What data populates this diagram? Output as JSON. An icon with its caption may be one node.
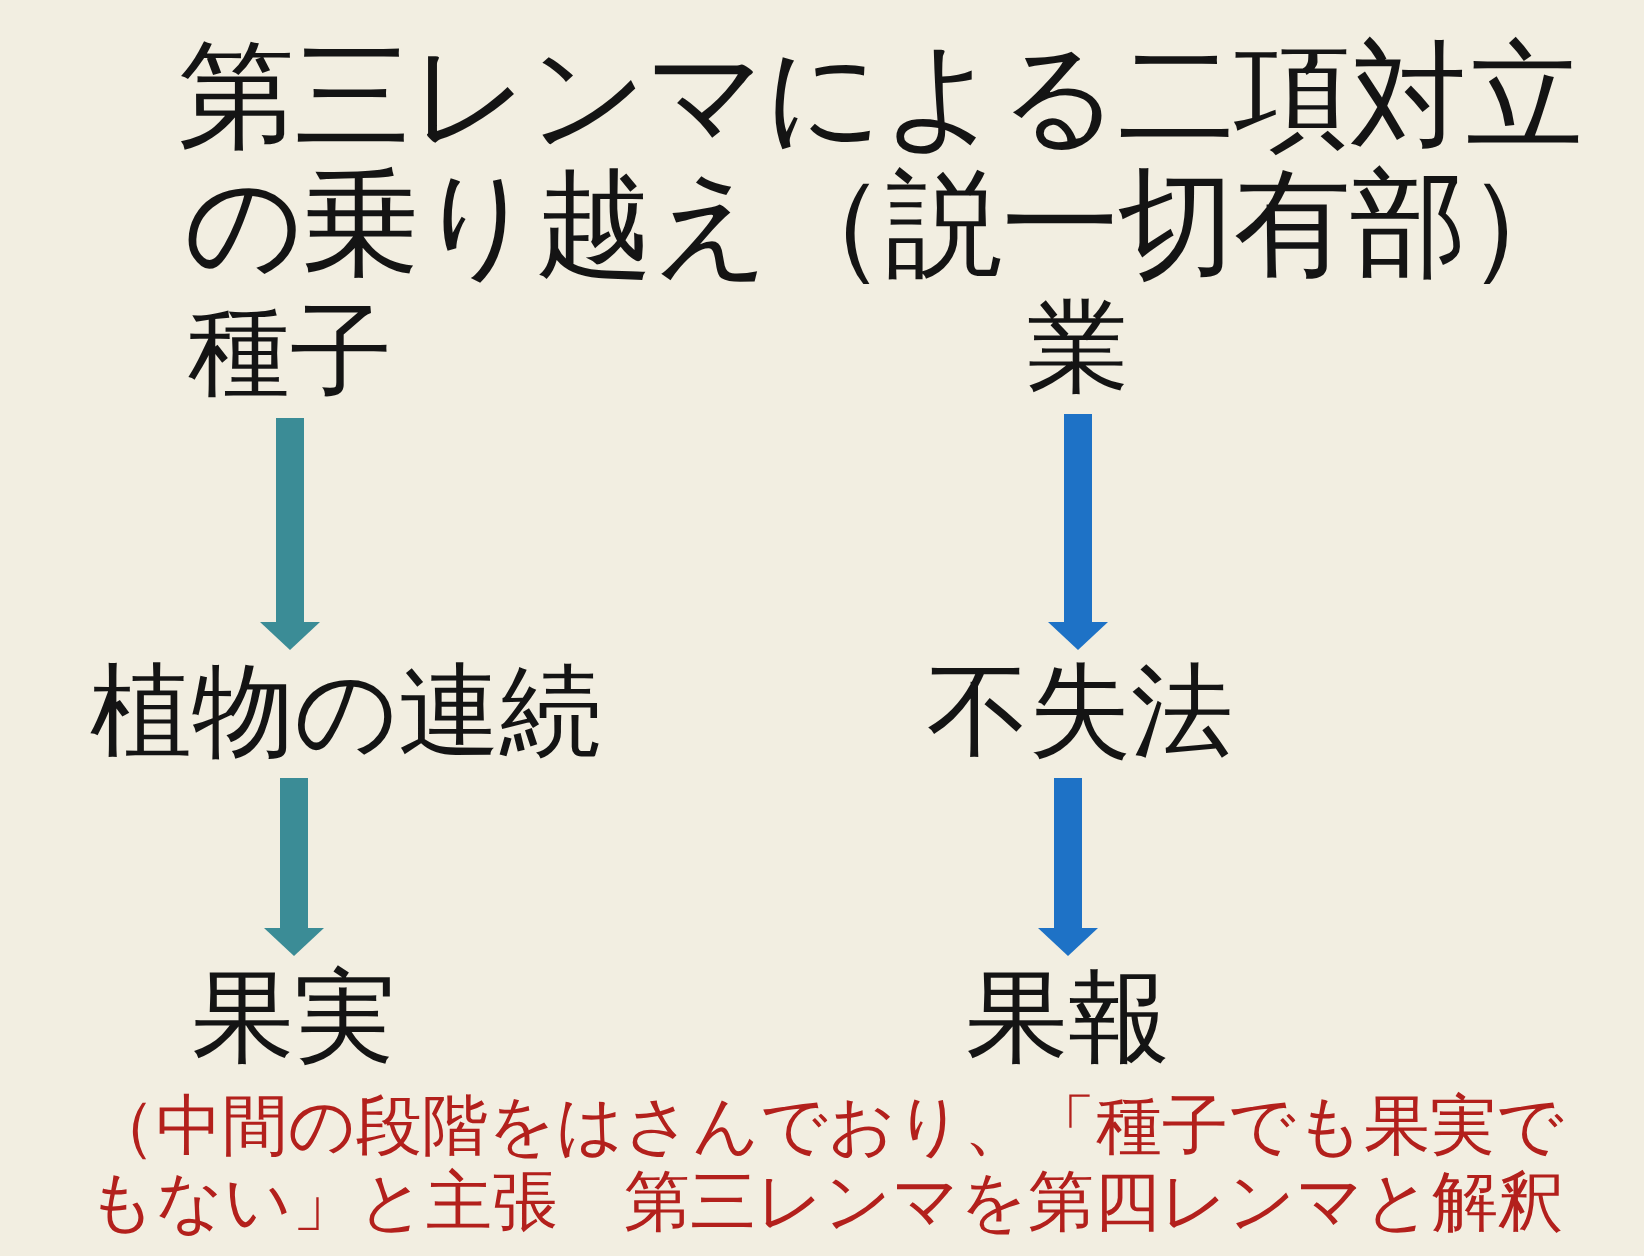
{
  "diagram": {
    "title": "第三レンマによる二項対立の乗り越え（説一切有部）",
    "nodes": [
      {
        "text": [
          "種子"
        ]
      },
      {
        "text": [
          "植物の連続"
        ]
      },
      {
        "text": [
          "果実"
        ]
      },
      {
        "text": [
          "業"
        ]
      },
      {
        "text": [
          "不失法"
        ]
      },
      {
        "text": [
          "果報"
        ]
      }
    ],
    "edges": [
      {
        "from": 0,
        "to": 1,
        "arrow": "to",
        "color": "#3b8c96"
      },
      {
        "from": 1,
        "to": 2,
        "arrow": "to",
        "color": "#3b8c96"
      },
      {
        "from": 3,
        "to": 4,
        "arrow": "to",
        "color": "#1e72c6"
      },
      {
        "from": 4,
        "to": 5,
        "arrow": "to",
        "color": "#1e72c6"
      }
    ],
    "labels": [
      "（中間の段階をはさんでおり、「種子でも果実でもない」と主張　第三レンマを第四レンマと解釈"
    ]
  }
}
